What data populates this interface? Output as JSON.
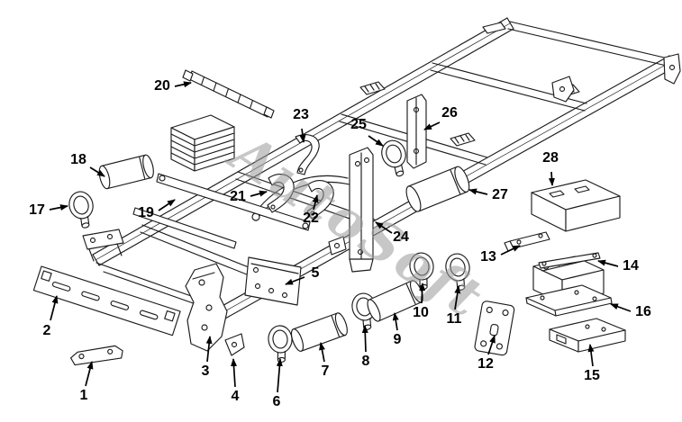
{
  "diagram": {
    "watermark": "AutoSoft",
    "callouts": [
      "1",
      "2",
      "3",
      "4",
      "5",
      "6",
      "7",
      "8",
      "9",
      "10",
      "11",
      "12",
      "13",
      "14",
      "15",
      "16",
      "17",
      "18",
      "19",
      "20",
      "21",
      "22",
      "23",
      "24",
      "25",
      "26",
      "27",
      "28"
    ]
  }
}
